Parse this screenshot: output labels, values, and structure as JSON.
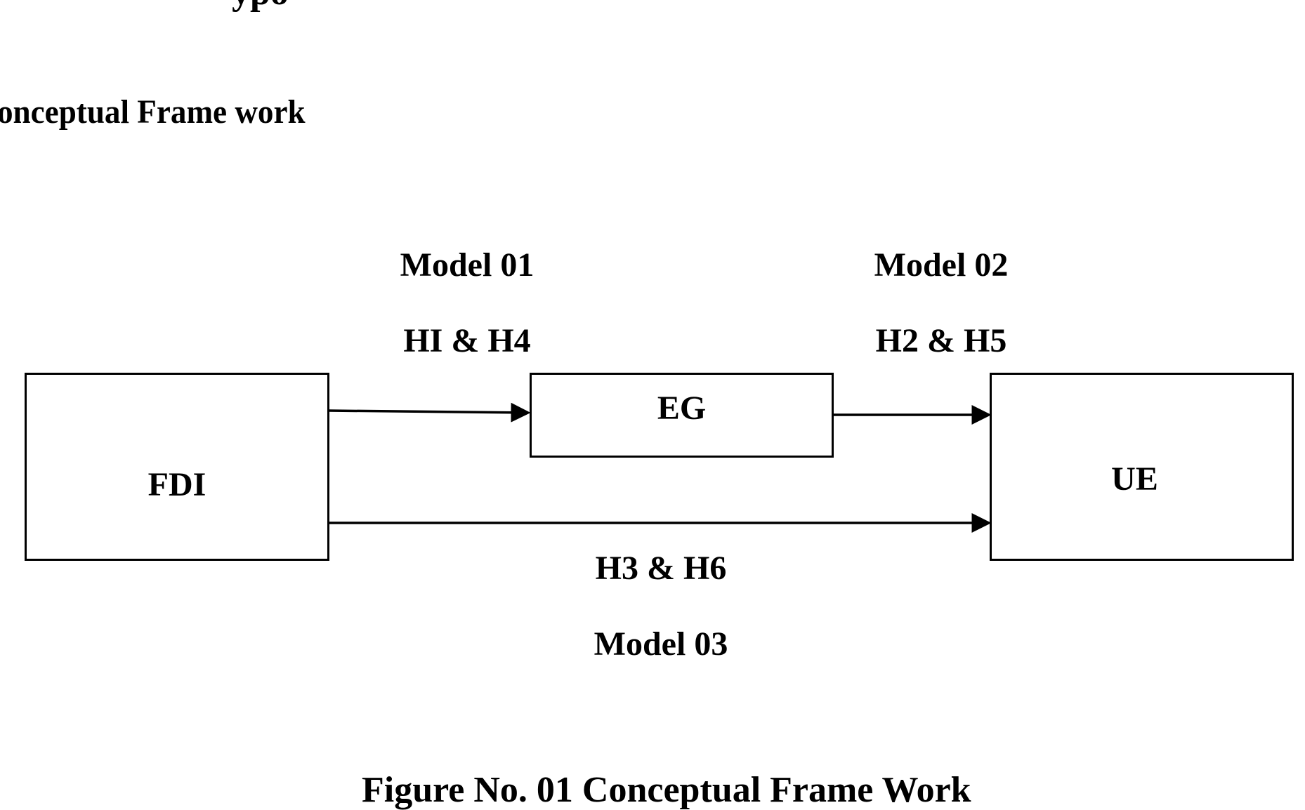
{
  "document": {
    "clipped_heading": "ypo",
    "section_title": "onceptual Frame work",
    "caption": "Figure No. 01 Conceptual Frame Work"
  },
  "diagram": {
    "nodes": {
      "fdi": "FDI",
      "eg": "EG",
      "ue": "UE"
    },
    "edges": {
      "fdi_eg": {
        "model": "Model 01",
        "hypotheses": "HI & H4"
      },
      "eg_ue": {
        "model": "Model 02",
        "hypotheses": "H2 & H5"
      },
      "fdi_ue": {
        "model": "Model 03",
        "hypotheses": "H3 & H6"
      }
    },
    "line_color": "#000000"
  }
}
